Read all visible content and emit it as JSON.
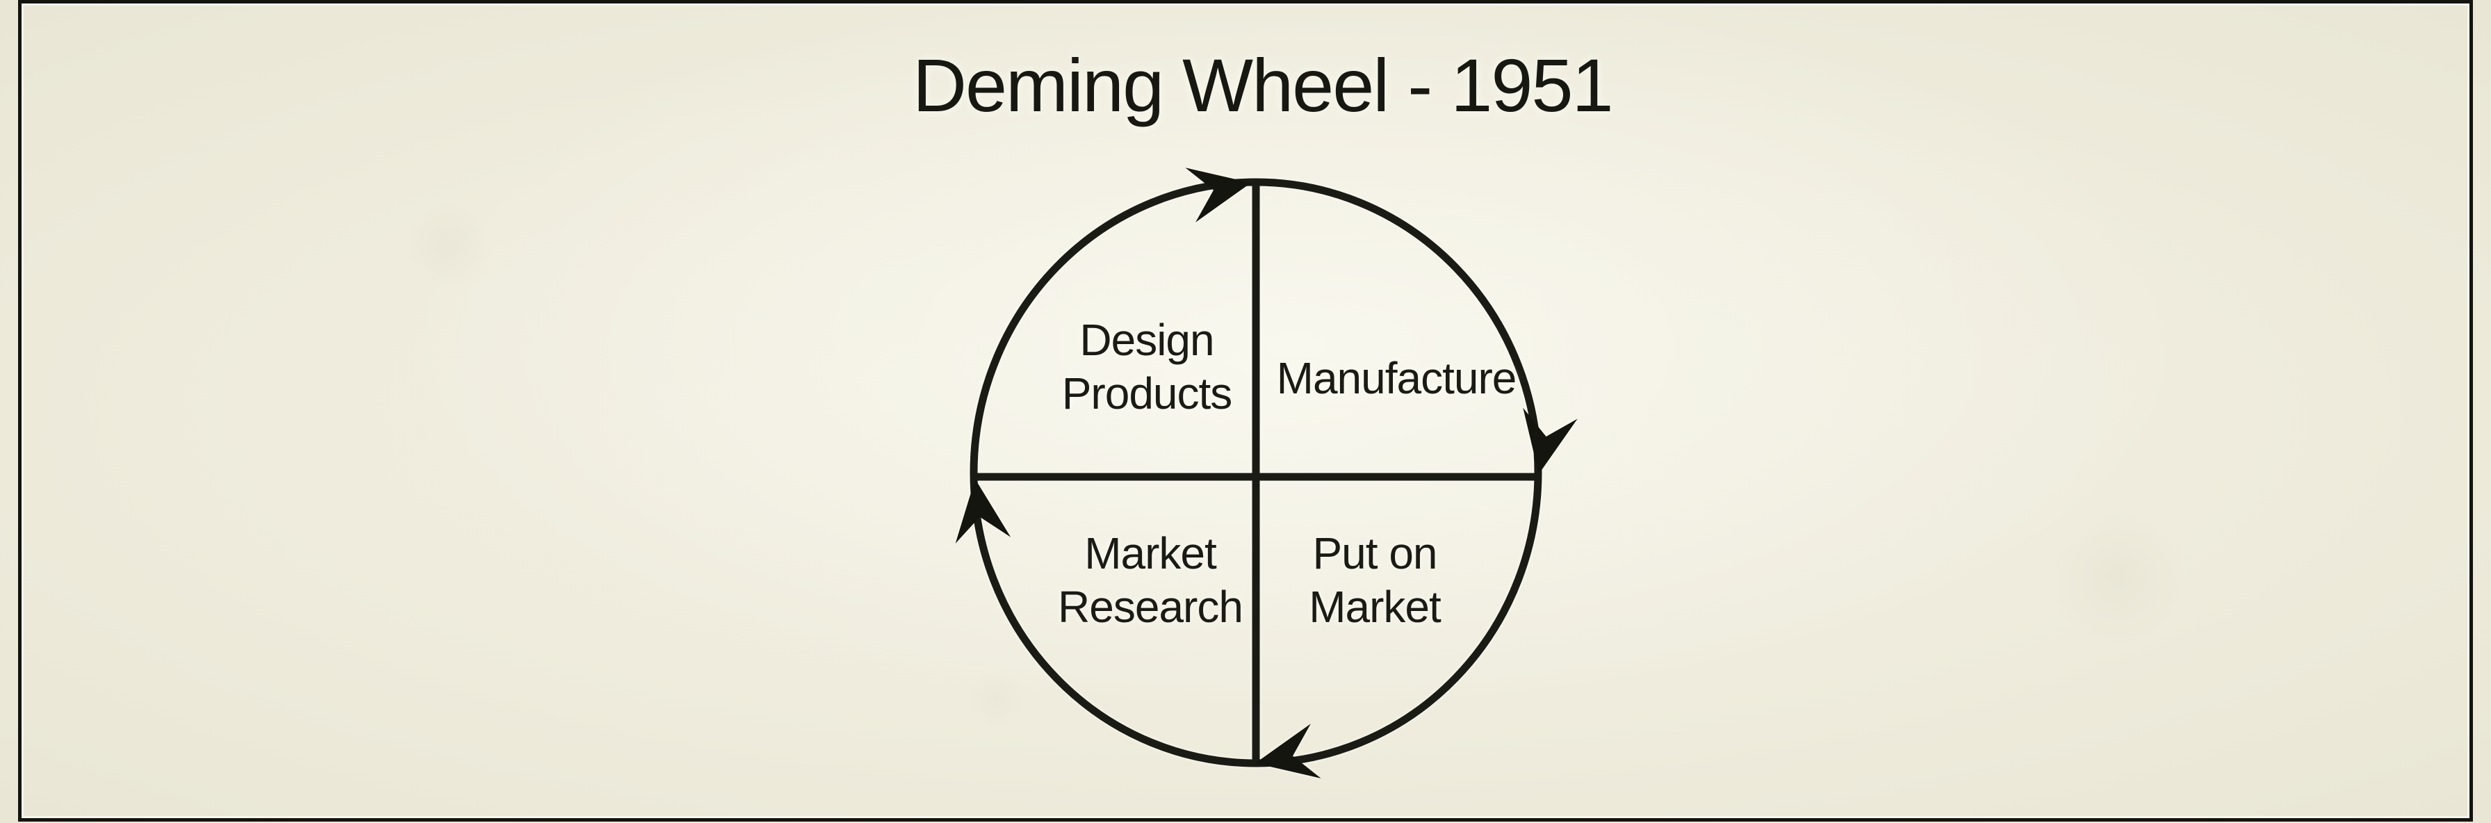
{
  "title": "Deming Wheel - 1951",
  "wheel": {
    "flow_direction": "clockwise",
    "quadrants": [
      {
        "position": "top-left",
        "lines": [
          "Design",
          "Products"
        ]
      },
      {
        "position": "top-right",
        "lines": [
          "Manufacture"
        ]
      },
      {
        "position": "bottom-left",
        "lines": [
          "Market",
          "Research"
        ]
      },
      {
        "position": "bottom-right",
        "lines": [
          "Put on",
          "Market"
        ]
      }
    ],
    "arrows": [
      {
        "position": "top",
        "direction": "clockwise"
      },
      {
        "position": "right",
        "direction": "clockwise"
      },
      {
        "position": "bottom",
        "direction": "clockwise"
      },
      {
        "position": "left",
        "direction": "clockwise"
      }
    ]
  },
  "colors": {
    "background": "#efecdd",
    "ink": "#1b1b15",
    "frame": "#14140e"
  }
}
